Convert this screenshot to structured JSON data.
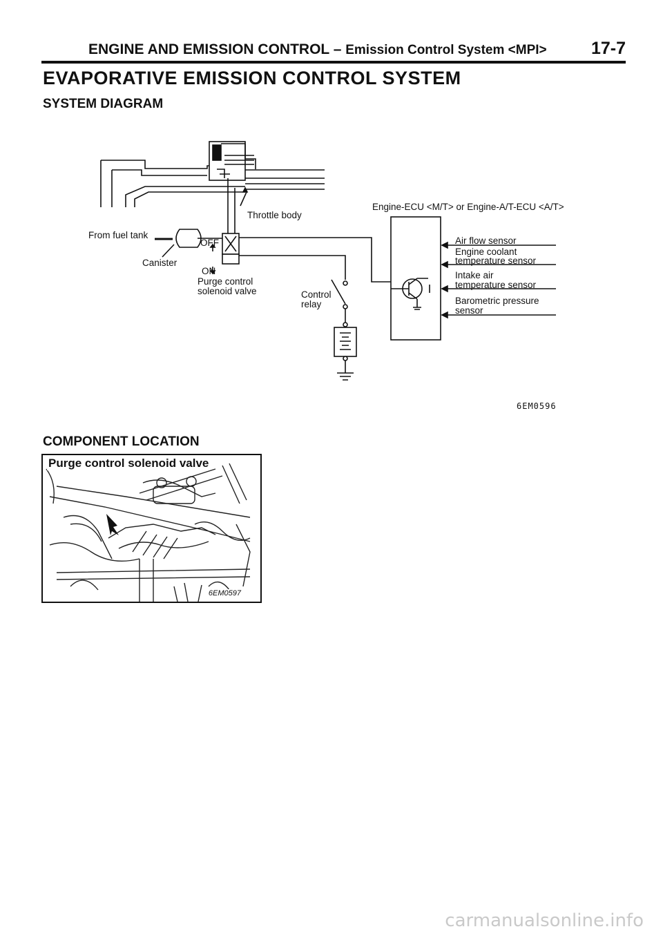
{
  "header": {
    "title": "ENGINE AND EMISSION CONTROL",
    "separator": " – ",
    "subtitle": "Emission Control System <MPI>",
    "page_number": "17-7"
  },
  "section_title": "EVAPORATIVE EMISSION CONTROL SYSTEM",
  "system_diagram": {
    "heading": "SYSTEM DIAGRAM",
    "labels": {
      "throttle_body": "Throttle body",
      "from_fuel_tank": "From fuel tank",
      "canister": "Canister",
      "off": "OFF",
      "on": "ON",
      "purge_valve_1": "Purge control",
      "purge_valve_2": "solenoid valve",
      "control_relay_1": "Control",
      "control_relay_2": "relay",
      "ecu": "Engine-ECU <M/T> or Engine-A/T-ECU <A/T>"
    },
    "sensors": [
      "Air flow sensor",
      "Engine coolant",
      "temperature sensor",
      "Intake air",
      "temperature sensor",
      "Barometric pressure",
      "sensor"
    ],
    "figure_code": "6EM0596"
  },
  "component_location": {
    "heading": "COMPONENT LOCATION",
    "photo_caption": "Purge control solenoid valve",
    "photo_code": "6EM0597"
  },
  "watermark": "carmanualsonline.info"
}
